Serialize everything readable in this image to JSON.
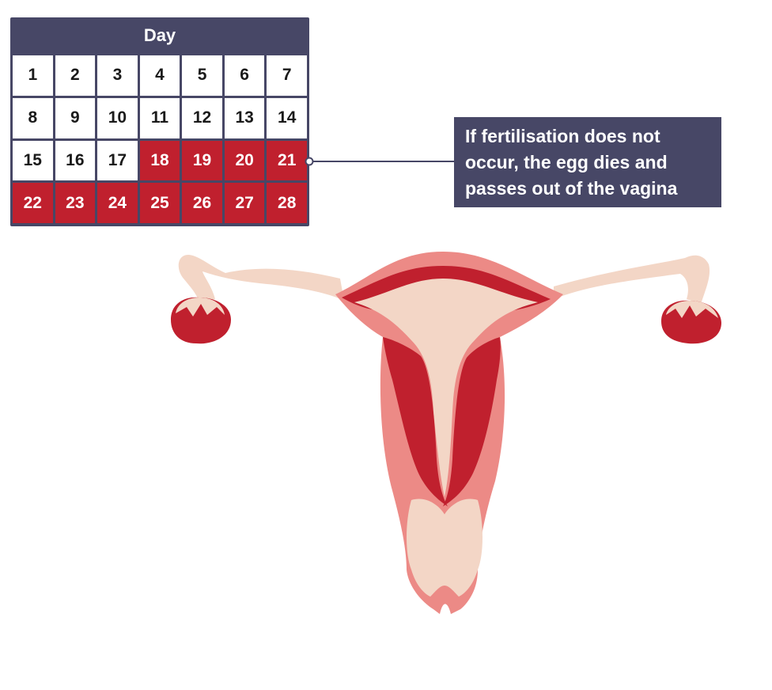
{
  "calendar": {
    "header": "Day",
    "days": [
      {
        "label": "1",
        "menstrual": false
      },
      {
        "label": "2",
        "menstrual": false
      },
      {
        "label": "3",
        "menstrual": false
      },
      {
        "label": "4",
        "menstrual": false
      },
      {
        "label": "5",
        "menstrual": false
      },
      {
        "label": "6",
        "menstrual": false
      },
      {
        "label": "7",
        "menstrual": false
      },
      {
        "label": "8",
        "menstrual": false
      },
      {
        "label": "9",
        "menstrual": false
      },
      {
        "label": "10",
        "menstrual": false
      },
      {
        "label": "11",
        "menstrual": false
      },
      {
        "label": "12",
        "menstrual": false
      },
      {
        "label": "13",
        "menstrual": false
      },
      {
        "label": "14",
        "menstrual": false
      },
      {
        "label": "15",
        "menstrual": false
      },
      {
        "label": "16",
        "menstrual": false
      },
      {
        "label": "17",
        "menstrual": false
      },
      {
        "label": "18",
        "menstrual": true
      },
      {
        "label": "19",
        "menstrual": true
      },
      {
        "label": "20",
        "menstrual": true
      },
      {
        "label": "21",
        "menstrual": true
      },
      {
        "label": "22",
        "menstrual": true
      },
      {
        "label": "23",
        "menstrual": true
      },
      {
        "label": "24",
        "menstrual": true
      },
      {
        "label": "25",
        "menstrual": true
      },
      {
        "label": "26",
        "menstrual": true
      },
      {
        "label": "27",
        "menstrual": true
      },
      {
        "label": "28",
        "menstrual": true
      }
    ]
  },
  "callout": {
    "text": "If fertilisation does not occur, the egg dies and passes out of the vagina"
  },
  "colors": {
    "panel": "#474766",
    "highlight_red": "#c0202e",
    "tissue_light": "#f3d6c6",
    "tissue_pink": "#ec8a86",
    "lining_red": "#c0202e"
  }
}
